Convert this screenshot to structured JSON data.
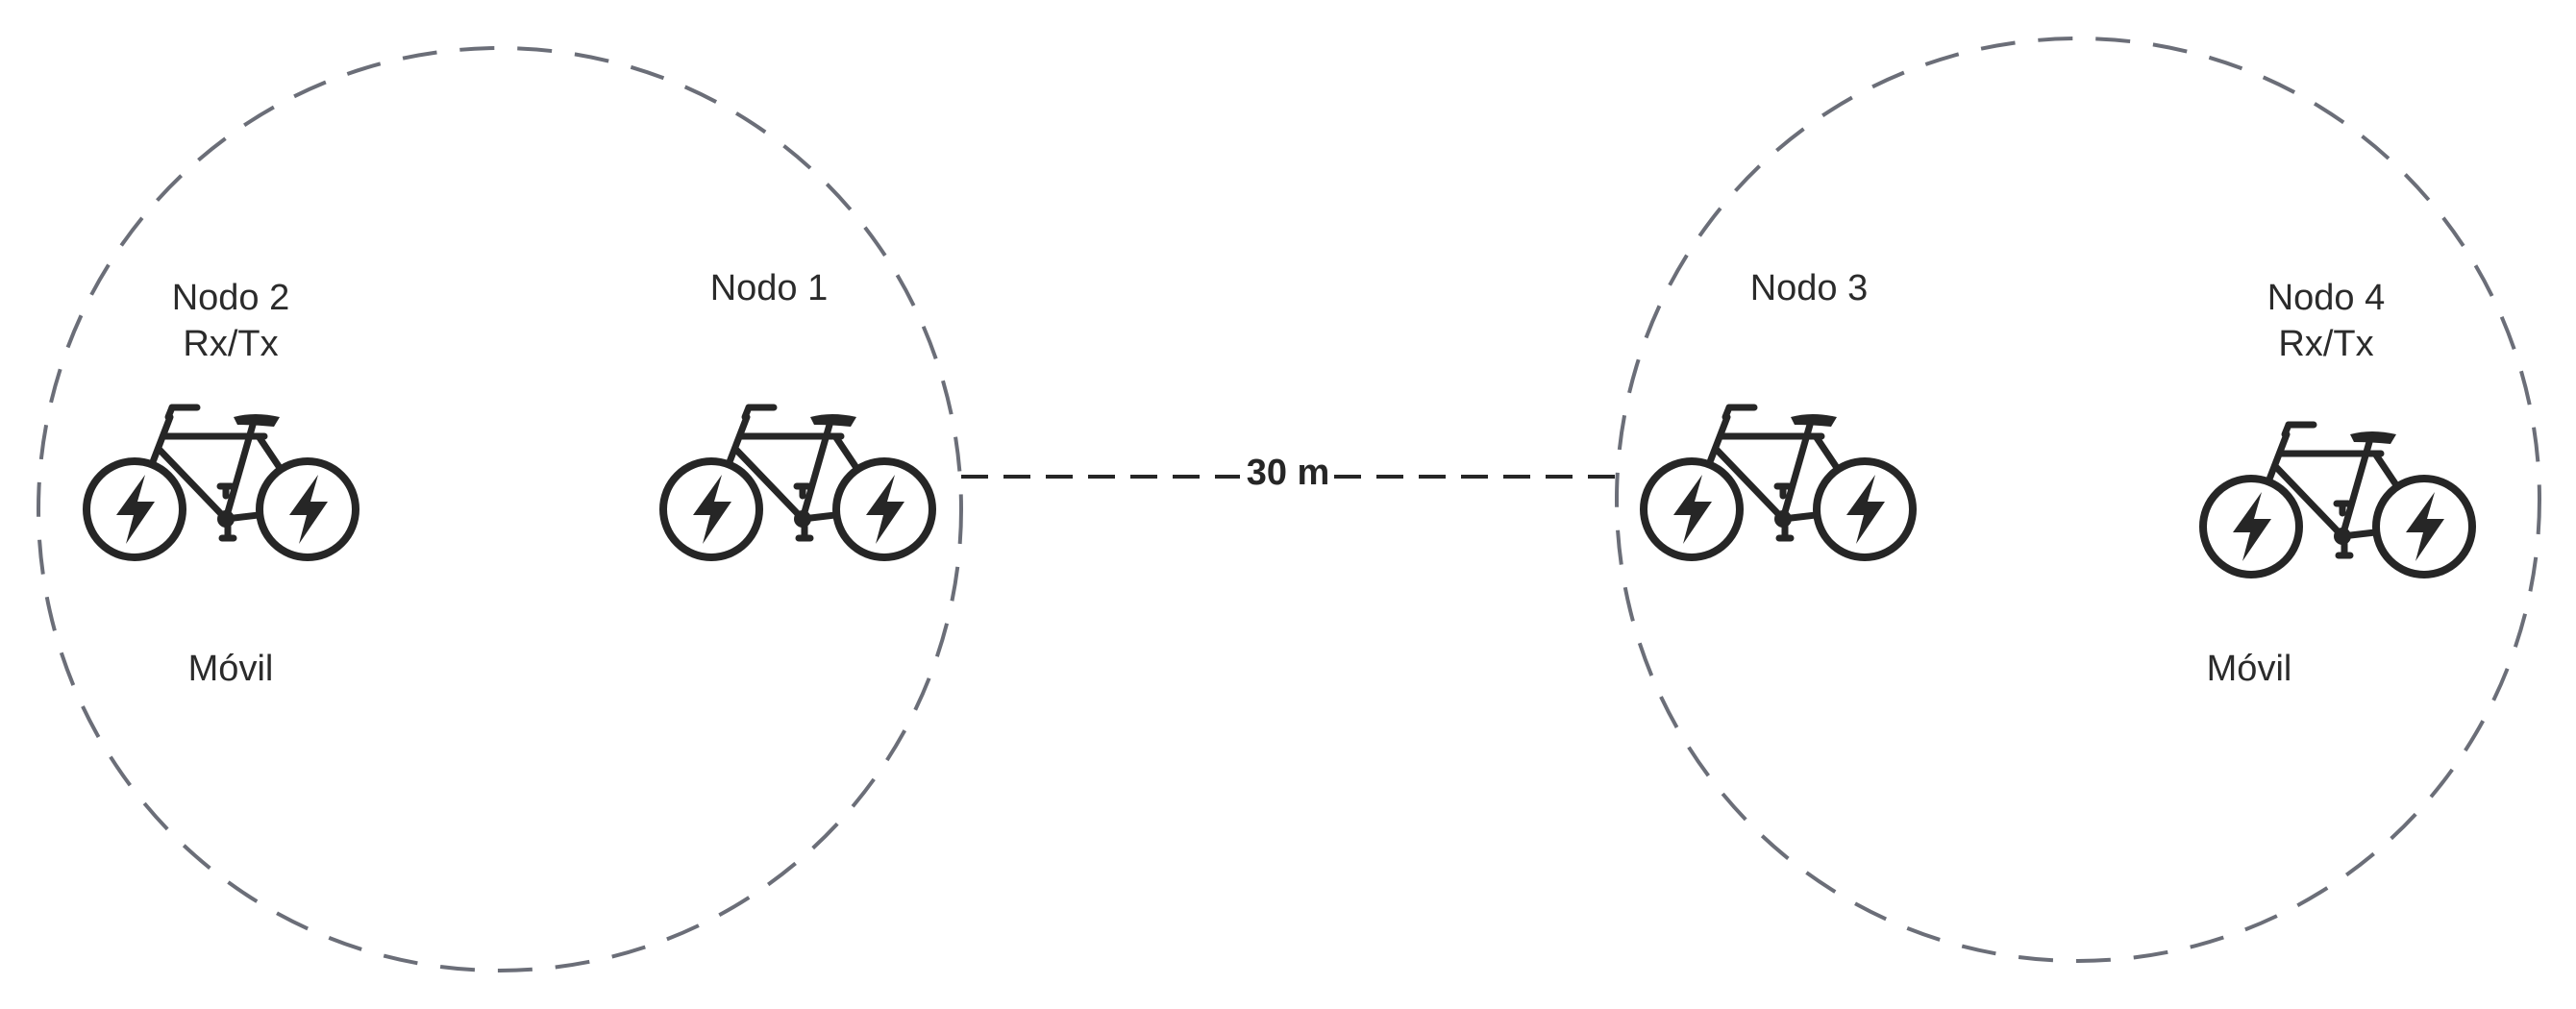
{
  "link": {
    "label": "30 m"
  },
  "nodes": [
    {
      "id": "nodo-2",
      "name": "Nodo 2",
      "role": "Rx/Tx",
      "status": "Móvil",
      "icon": "electric-bike-icon"
    },
    {
      "id": "nodo-1",
      "name": "Nodo 1",
      "role": "",
      "status": "",
      "icon": "electric-bike-icon"
    },
    {
      "id": "nodo-3",
      "name": "Nodo 3",
      "role": "",
      "status": "",
      "icon": "electric-bike-icon"
    },
    {
      "id": "nodo-4",
      "name": "Nodo 4",
      "role": "Rx/Tx",
      "status": "Móvil",
      "icon": "electric-bike-icon"
    }
  ],
  "colors": {
    "zone_stroke": "#6b6e78",
    "ink": "#262626",
    "background": "#ffffff"
  }
}
